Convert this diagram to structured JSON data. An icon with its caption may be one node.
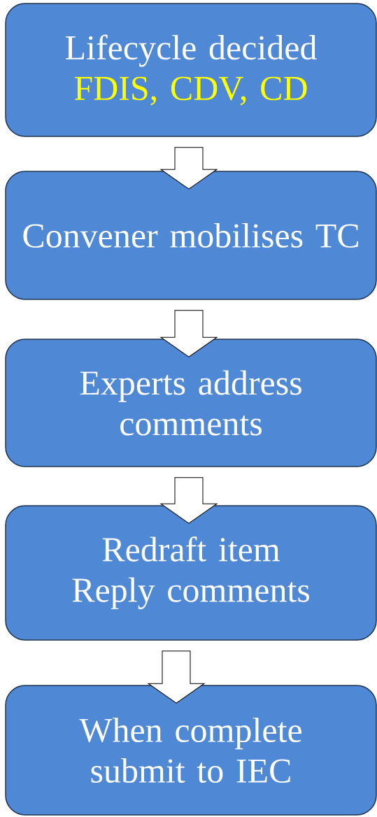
{
  "diagram": {
    "nodes": [
      {
        "text": [
          "Lifecycle decided",
          "FDIS, CDV, CD"
        ]
      },
      {
        "text": [
          "Convener mobilises TC"
        ]
      },
      {
        "text": [
          "Experts address comments"
        ]
      },
      {
        "text": [
          "Redraft item Reply comments"
        ]
      },
      {
        "text": [
          "When complete submit to IEC"
        ]
      }
    ],
    "edges": [
      {
        "from": 0,
        "to": 1,
        "arrow": "to"
      },
      {
        "from": 1,
        "to": 2,
        "arrow": "to"
      },
      {
        "from": 2,
        "to": 3,
        "arrow": "to"
      },
      {
        "from": 3,
        "to": 4,
        "arrow": "to"
      }
    ]
  }
}
